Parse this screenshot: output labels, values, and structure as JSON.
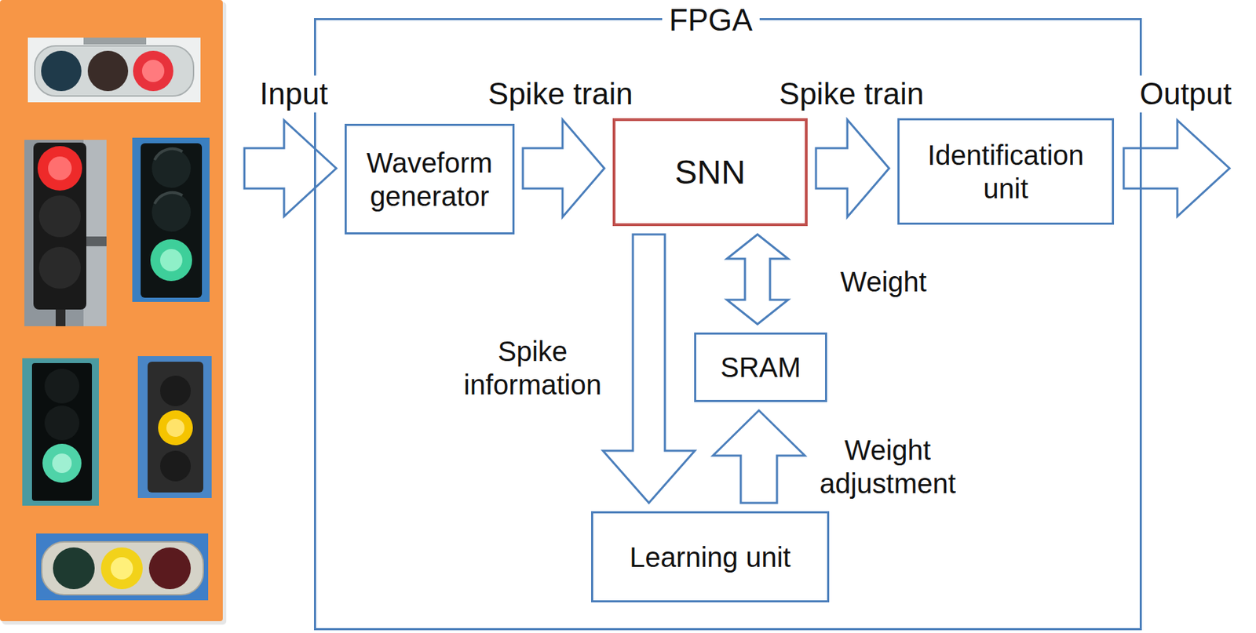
{
  "diagram": {
    "nodes": [
      {
        "text": [
          "FPGA"
        ]
      },
      {
        "text": [
          "Waveform generator"
        ],
        "in": 0
      },
      {
        "text": [
          "SNN"
        ],
        "in": 0
      },
      {
        "text": [
          "Identification unit"
        ],
        "in": 0
      },
      {
        "text": [
          "SRAM"
        ],
        "in": 0
      },
      {
        "text": [
          "Learning unit"
        ],
        "in": 0
      }
    ],
    "edges": [
      {
        "from": 1,
        "to": 2,
        "arrow": "to",
        "label": "Spike train"
      },
      {
        "from": 2,
        "to": 3,
        "arrow": "to",
        "label": "Spike train"
      },
      {
        "from": 2,
        "to": 4,
        "arrow": "both",
        "label": "Weight"
      },
      {
        "from": 2,
        "to": 5,
        "arrow": "to",
        "label": "Spike information"
      },
      {
        "from": 5,
        "to": 4,
        "arrow": "to",
        "label": "Weight adjustment"
      }
    ],
    "labels": [
      "Input",
      "Output"
    ]
  }
}
